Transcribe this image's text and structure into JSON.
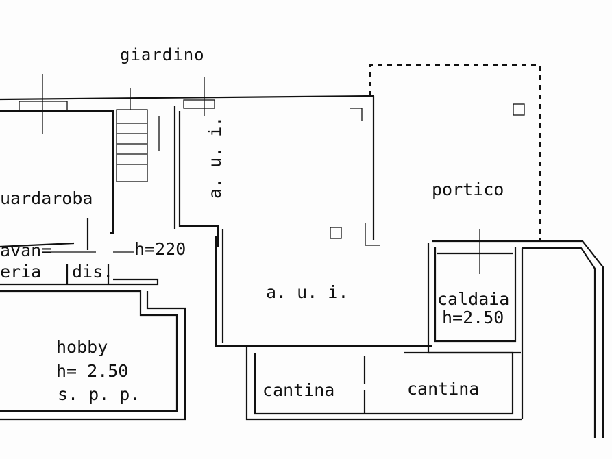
{
  "plan": {
    "labels": {
      "garden": "giardino",
      "wardrobe": "uardaroba",
      "porch": "portico",
      "aui_vertical": "a. u. i.",
      "laundry_1": "avan=",
      "laundry_2": "eria",
      "closet": "dis.",
      "height_hall": "h=220",
      "aui_main": "a.   u.   i.",
      "boiler": "caldaia",
      "boiler_height": "h=2.50",
      "hobby": "hobby",
      "hobby_height": "h= 2.50",
      "hobby_note": "s. p. p.",
      "cellar_1": "cantina",
      "cellar_2": "cantina"
    }
  }
}
